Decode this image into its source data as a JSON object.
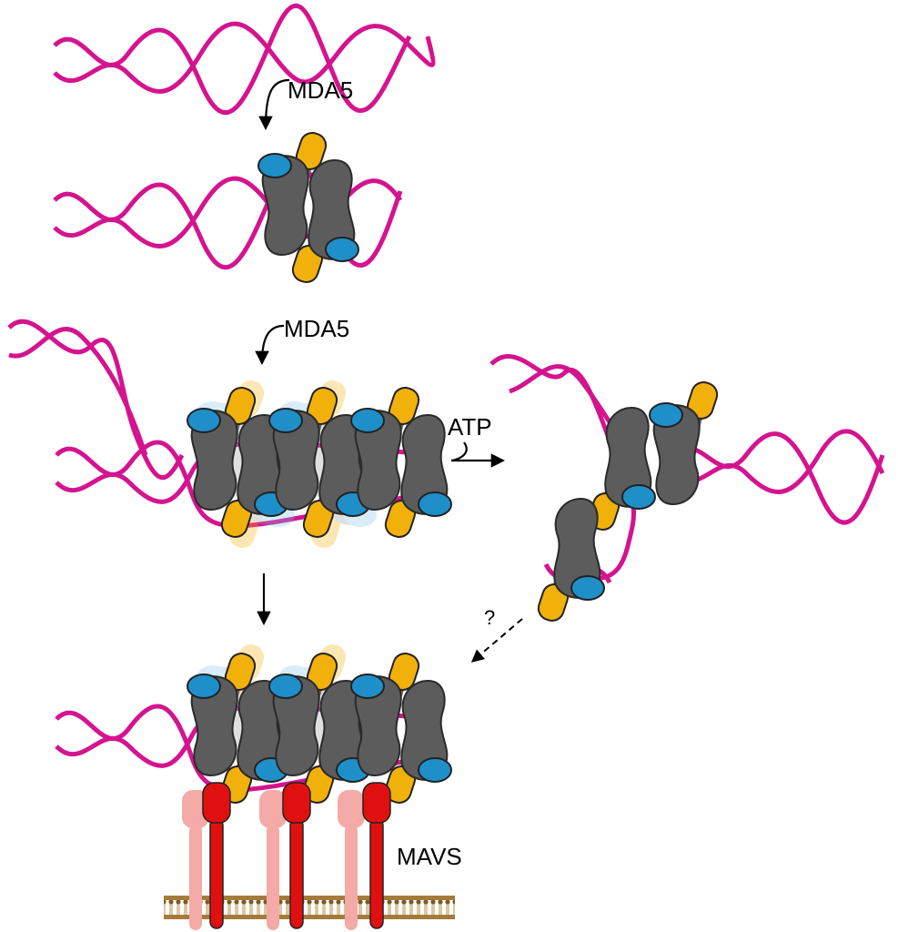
{
  "labels": {
    "mda5_first": "MDA5",
    "mda5_second": "MDA5",
    "atp": "ATP",
    "question": "?",
    "mavs": "MAVS"
  },
  "colors": {
    "rna_strand": "#d4148f",
    "helicase_core": "#5c5c5c",
    "ctd_domain": "#1f8fc9",
    "card_domain": "#f2b10a",
    "mavs_protein": "#e01010",
    "mavs_faded": "#f4aaa6",
    "membrane": "#a57b3a",
    "arrow": "#000000"
  },
  "icons": [
    "dsrna-double-helix",
    "mda5-monomer",
    "mda5-filament",
    "mavs-receptor",
    "lipid-membrane"
  ]
}
